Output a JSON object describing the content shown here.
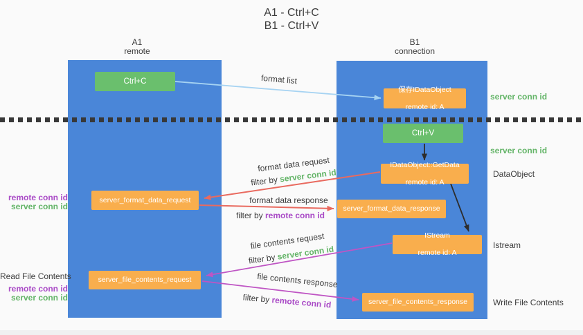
{
  "title": {
    "line1": "A1 - Ctrl+C",
    "line2": "B1 - Ctrl+V"
  },
  "columns": {
    "left": {
      "id": "A1",
      "label": "remote"
    },
    "right": {
      "id": "B1",
      "label": "connection"
    }
  },
  "nodes": {
    "ctrl_c": "Ctrl+C",
    "ctrl_v": "Ctrl+V",
    "save_idataobject": {
      "line1": "保存IDataObject",
      "line2": "remote id: A"
    },
    "getdata": {
      "line1": "IDataObject::GetData",
      "line2": "remote id: A"
    },
    "istream": {
      "line1": "IStream",
      "line2": "remote id: A"
    },
    "format_request": "server_format_data_request",
    "format_response": "server_format_data_response",
    "file_request": "server_file_contents_request",
    "file_response": "server_file_contents_response"
  },
  "edge_labels": {
    "format_list": "format list",
    "format_data_request": "format data request",
    "filter_format_request": {
      "prefix": "filter by",
      "key": "server conn id"
    },
    "format_data_response": "format data response",
    "filter_format_response": {
      "prefix": "filter by",
      "key": "remote conn id"
    },
    "file_contents_request": "file contents request",
    "filter_file_request": {
      "prefix": "filter by",
      "key": "server conn id"
    },
    "file_contents_response": "file contents response",
    "filter_file_response": {
      "prefix": "filter by",
      "key": "remote conn id"
    }
  },
  "side_labels": {
    "server_conn_id_top": "server conn id",
    "server_conn_id_mid": "server conn id",
    "dataobject": "DataObject",
    "istream": "Istream",
    "write_file_contents": "Write File Contents",
    "read_file_contents": "Read File Contents",
    "remote_conn_id_upper": "remote conn id",
    "server_conn_id_upper": "server conn id",
    "remote_conn_id_lower": "remote conn id",
    "server_conn_id_lower": "server conn id"
  },
  "colors": {
    "background": "#fafafa",
    "column_blue": "#4a86d8",
    "box_green": "#6abf6d",
    "box_orange": "#f9ae4d",
    "arrow_blue": "#a6d3f2",
    "arrow_red": "#e96a5f",
    "arrow_magenta": "#bf55c4",
    "arrow_black": "#2d2d2d",
    "text_dark": "#3d3d3d",
    "text_green": "#63b467",
    "text_purple": "#a94ac6",
    "dash": "#383838"
  }
}
